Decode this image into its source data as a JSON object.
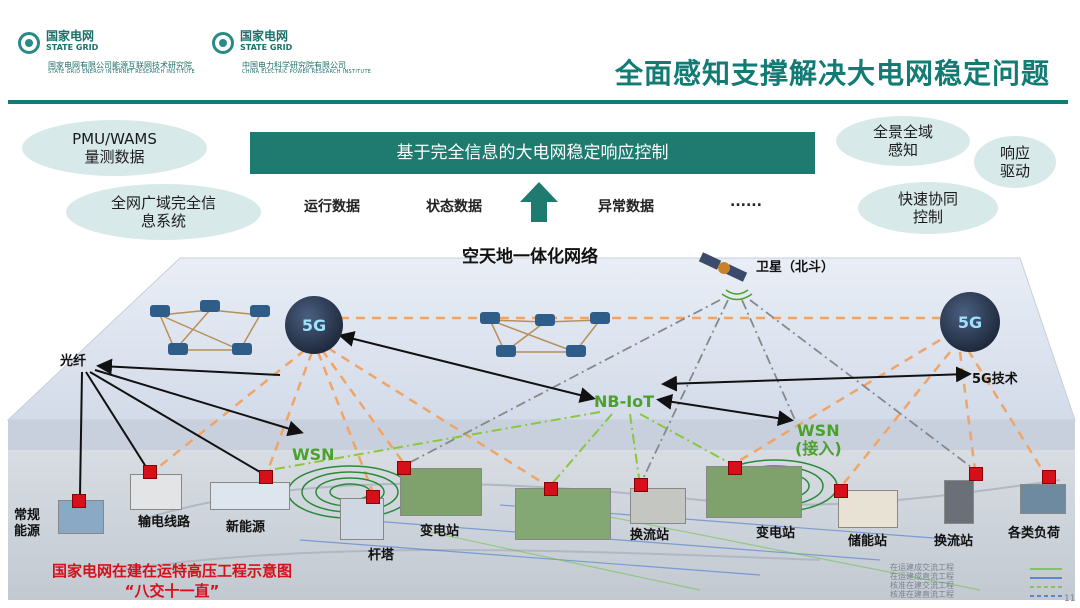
{
  "header": {
    "logo1": {
      "cn": "国家电网",
      "en": "STATE GRID",
      "sub": "国家电网有限公司能源互联网技术研究院",
      "sub_en": "STATE GRID ENERGY INTERNET RESEARCH INSTITUTE"
    },
    "logo2": {
      "cn": "国家电网",
      "en": "STATE GRID",
      "sub": "中国电力科学研究院有限公司",
      "sub_en": "CHINA ELECTRIC POWER RESEARCH INSTITUTE"
    },
    "title": "全面感知支撑解决大电网稳定问题",
    "accent_color": "#127b74"
  },
  "top": {
    "banner": "基于完全信息的大电网稳定响应控制",
    "left_ellipses": [
      "PMU/WAMS\n量测数据",
      "全网广域完全信\n息系统"
    ],
    "right_ellipses": [
      "全景全域\n感知",
      "响应\n驱动",
      "快速协同\n控制"
    ],
    "data_labels": [
      "运行数据",
      "状态数据",
      "异常数据",
      "......"
    ]
  },
  "network": {
    "title": "空天地一体化网络",
    "satellite": "卫星（北斗）",
    "nbiot": "NB-IoT",
    "tech_5g": "5G技术",
    "fiber": "光纤",
    "wsn_left": "WSN",
    "wsn_right": "WSN\n(接入)",
    "badge_5g": "5G"
  },
  "ground": {
    "labels": [
      "常规\n能源",
      "输电线路",
      "新能源",
      "杆塔",
      "变电站",
      "换流站",
      "变电站",
      "储能站",
      "换流站",
      "各类负荷"
    ],
    "map_title_line1": "国家电网在建在运特高压工程示意图",
    "map_title_line2": "“八交十一直”",
    "legend": [
      "在运建成交流工程",
      "在运建成直流工程",
      "核准在建交流工程",
      "核准在建直流工程"
    ],
    "page_number": "11"
  }
}
